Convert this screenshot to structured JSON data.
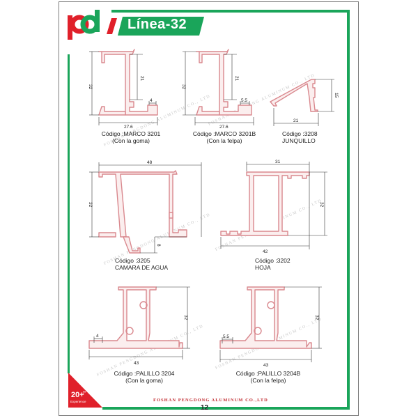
{
  "header": {
    "logo_text": "pd",
    "title": "Línea-32",
    "colors": {
      "green": "#1aa55a",
      "red": "#e0202a",
      "profile_stroke": "#d9888e",
      "profile_fill": "#fbeeee"
    }
  },
  "watermark": "FOSHAN PENGDONG ALUMINUM CO., LTD",
  "profiles": [
    {
      "code_line": "Código :MARCO 3201",
      "desc_line": "(Con la goma)",
      "dims": {
        "height": "32",
        "inner": "21",
        "slot": "4",
        "width": "27.6"
      }
    },
    {
      "code_line": "Código :MARCO 3201B",
      "desc_line": "(Con la felpa)",
      "dims": {
        "height": "32",
        "inner": "21",
        "slot": "5.5",
        "width": "27.6"
      }
    },
    {
      "code_line": "Código :3208",
      "desc_line": "JUNQUILLO",
      "dims": {
        "height": "15",
        "width": "21"
      }
    },
    {
      "code_line": "Código :3205",
      "desc_line": "CAMARA DE AGUA",
      "dims": {
        "height": "32",
        "width": "48",
        "drop": "8"
      }
    },
    {
      "code_line": "Código :3202",
      "desc_line": "HOJA",
      "dims": {
        "height": "32",
        "top_width": "31",
        "width": "42"
      }
    },
    {
      "code_line": "Código :PALILLO  3204",
      "desc_line": "(Con la goma)",
      "dims": {
        "height": "32",
        "slot": "4",
        "width": "43"
      }
    },
    {
      "code_line": "Código :PALILLO  3204B",
      "desc_line": "(Con la felpa)",
      "dims": {
        "height": "32",
        "slot": "5.5",
        "width": "43"
      }
    }
  ],
  "badge": {
    "number": "20+",
    "unit": "yr",
    "label": "Experience"
  },
  "footer": {
    "company": "FOSHAN PENGDONG ALUMINUM CO.,LTD",
    "page_number": "12"
  }
}
